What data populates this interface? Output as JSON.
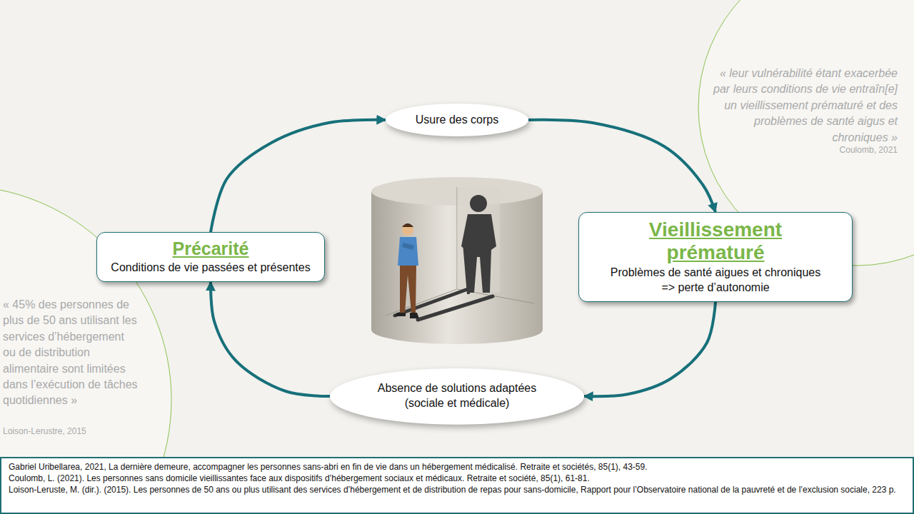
{
  "diagram": {
    "nodes": [
      {
        "text": [
          "Précarité",
          "Conditions de vie passées et présentes"
        ]
      },
      {
        "text": [
          "Usure des corps"
        ]
      },
      {
        "text": [
          "Vieillissement prématuré",
          "Problèmes de santé aigues et chroniques => perte d’autonomie"
        ]
      },
      {
        "text": [
          "Absence de solutions adaptées (sociale et médicale)"
        ]
      },
      {
        "text": [
          "Gabriel Uribellarea, 2021, La dernière demeure, accompagner les personnes sans-abri en fin de vie dans un hébergement médicalisé. Retraite et sociétés, 85(1), 43-59.",
          "Coulomb, L. (2021). Les personnes sans domicile vieillissantes face aux dispositifs d’hébergement sociaux et médicaux. Retraite et société, 85(1), 61-81.",
          "Loison-Leruste, M. (dir.). (2015). Les personnes de 50 ans ou plus utilisant des services d’hébergement et de distribution de repas pour sans-domicile, Rapport pour l’Observatoire national de la pauvreté et de l’exclusion sociale, 223 p."
        ]
      }
    ],
    "edges": [
      {
        "from": 0,
        "to": 1,
        "arrow": "to"
      },
      {
        "from": 1,
        "to": 2,
        "arrow": "to"
      },
      {
        "from": 2,
        "to": 3,
        "arrow": "to"
      },
      {
        "from": 3,
        "to": 0,
        "arrow": "to"
      }
    ],
    "labels": [
      "« leur vulnérabilité étant exacerbée par leurs conditions de vie entraîn[e] un vieillissement prématuré et des problèmes de santé aigus et chroniques »",
      "Coulomb, 2021",
      "« 45% des personnes de plus de 50 ans utilisant les services d’hébergement ou de distribution alimentaire sont limitées dans l’exécution de tâches quotidiennes »",
      "Loison-Lerustre, 2015"
    ]
  }
}
